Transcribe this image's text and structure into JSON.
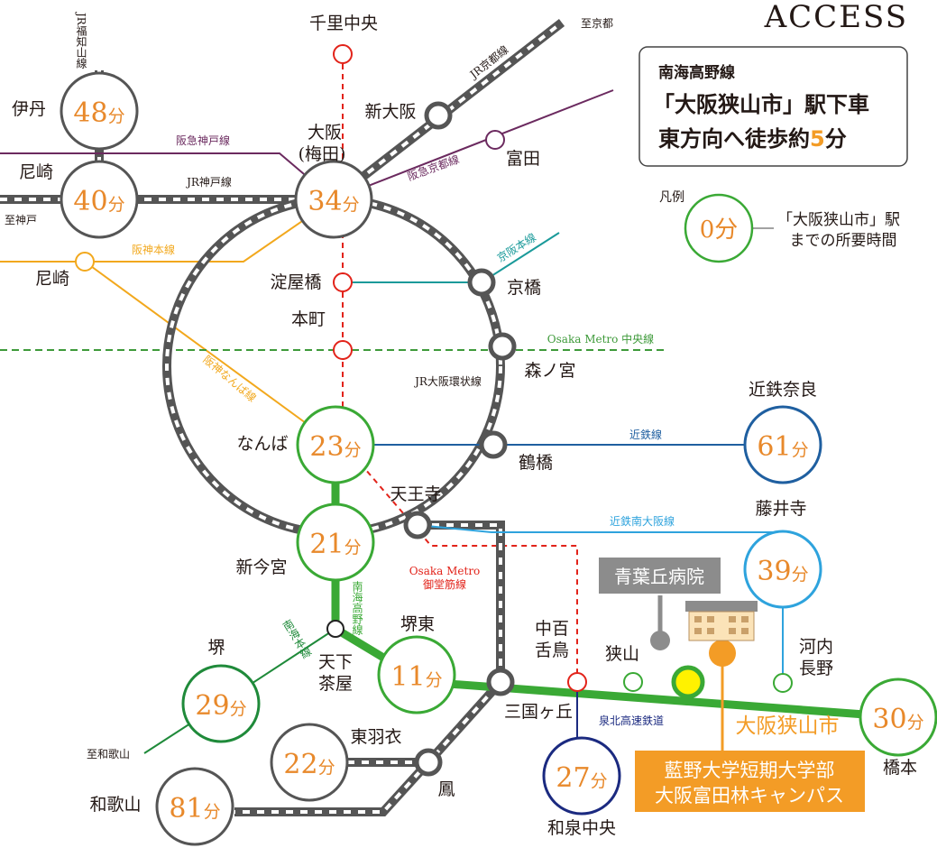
{
  "title": "ACCESS",
  "info_box": {
    "line1": "南海高野線",
    "line2": "「大阪狭山市」駅下車",
    "line3_prefix": "東方向へ徒歩約",
    "line3_number": "5",
    "line3_suffix": "分"
  },
  "legend": {
    "label": "凡例",
    "sample_time": "0分",
    "desc_line1": "「大阪狭山市」駅",
    "desc_line2": "までの所要時間"
  },
  "unit": "分",
  "stations": {
    "senri_chuo": "千里中央",
    "itami": "伊丹",
    "itami_time": "48",
    "amagasaki_jr": "尼崎",
    "amagasaki_jr_time": "40",
    "osaka_l1": "大阪",
    "osaka_l2": "(梅田)",
    "osaka_time": "34",
    "shin_osaka": "新大阪",
    "tonda": "富田",
    "amagasaki_hanshin": "尼崎",
    "yodoyabashi": "淀屋橋",
    "kyobashi": "京橋",
    "honmachi": "本町",
    "morinomiya": "森ノ宮",
    "namba": "なんば",
    "namba_time": "23",
    "tsuruhashi": "鶴橋",
    "kintetsu_nara": "近鉄奈良",
    "kintetsu_nara_time": "61",
    "tennoji": "天王寺",
    "fujiidera": "藤井寺",
    "fujiidera_time": "39",
    "shin_imamiya": "新今宮",
    "shin_imamiya_time": "21",
    "sakai": "堺",
    "sakai_time": "29",
    "tenga_l1": "天下",
    "tenga_l2": "茶屋",
    "sakaihigashi": "堺東",
    "sakaihigashi_time": "11",
    "nakamozu_l1": "中百",
    "nakamozu_l2": "舌鳥",
    "sayama": "狭山",
    "kawachi_l1": "河内",
    "kawachi_l2": "長野",
    "hashimoto": "橋本",
    "hashimoto_time": "30",
    "mikunigaoka": "三国ヶ丘",
    "higashihagoromo": "東羽衣",
    "higashihagoromo_time": "22",
    "otori": "鳳",
    "wakayama": "和歌山",
    "wakayama_time": "81",
    "izumi_chuo": "和泉中央",
    "izumi_chuo_time": "27",
    "osakasayamashi": "大阪狭山市"
  },
  "lines": {
    "jr_fukuchiyama": "JR福知山線",
    "hankyu_kobe": "阪急神戸線",
    "jr_kobe": "JR神戸線",
    "jr_kyoto": "JR京都線",
    "to_kyoto": "至京都",
    "hankyu_kyoto": "阪急京都線",
    "to_kobe": "至神戸",
    "hanshin_main": "阪神本線",
    "keihan_main": "京阪本線",
    "metro_chuo": "Osaka Metro 中央線",
    "jr_loop": "JR大阪環状線",
    "hanshin_namba": "阪神なんば線",
    "kintetsu": "近鉄線",
    "kintetsu_minami_osaka": "近鉄南大阪線",
    "metro_midosuji_l1": "Osaka Metro",
    "metro_midosuji_l2": "御堂筋線",
    "nankai_koya": "南海高野線",
    "nankai_main": "南海本線",
    "to_wakayamashi": "至和歌山",
    "senboku": "泉北高速鉄道"
  },
  "landmarks": {
    "hospital": "青葉丘病院",
    "campus_l1": "藍野大学短期大学部",
    "campus_l2": "大阪富田林キャンパス"
  },
  "colors": {
    "jr": "#555555",
    "hankyu": "#6b2a5f",
    "hanshin": "#f2a81d",
    "keihan": "#1a9a9a",
    "metro_chuo": "#3e9a3a",
    "metro_midosuji": "#e2231a",
    "kintetsu": "#1f5fa0",
    "kintetsu_minami": "#2ea3dd",
    "nankai": "#3aa935",
    "senboku": "#1b2a80",
    "accent": "#f39c26",
    "highlight": "#fff200",
    "hospital": "#8c8c8c"
  }
}
